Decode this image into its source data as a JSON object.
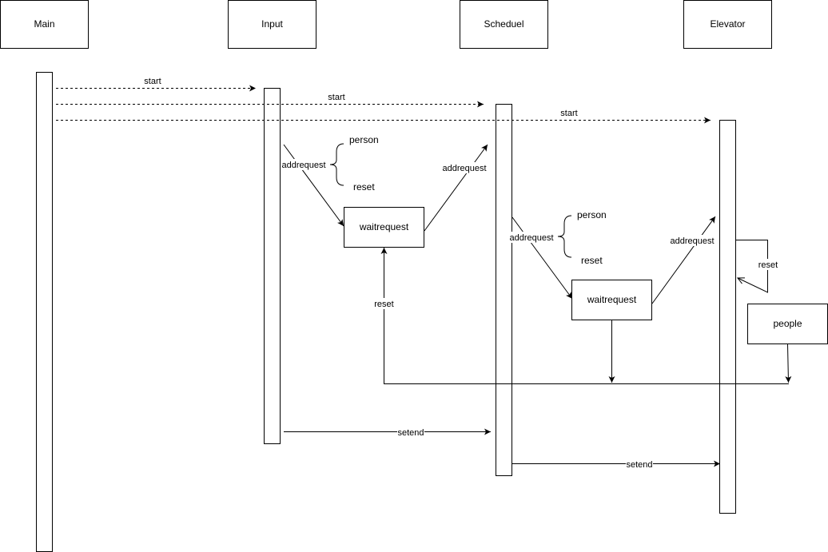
{
  "lifelines": {
    "main": "Main",
    "input": "Input",
    "scheduel": "Scheduel",
    "elevator": "Elevator"
  },
  "messages": {
    "start_input": "start",
    "start_scheduel": "start",
    "start_elevator": "start",
    "addrequest_input": "addrequest",
    "addrequest_to_scheduel": "addrequest",
    "addrequest_scheduel": "addrequest",
    "addrequest_to_elevator": "addrequest",
    "reset_self": "reset",
    "reset_back": "reset",
    "setend_scheduel": "setend",
    "setend_elevator": "setend"
  },
  "options": {
    "input_person": "person",
    "input_reset": "reset",
    "scheduel_person": "person",
    "scheduel_reset": "reset"
  },
  "boxes": {
    "waitrequest_1": "waitrequest",
    "waitrequest_2": "waitrequest",
    "people": "people"
  }
}
